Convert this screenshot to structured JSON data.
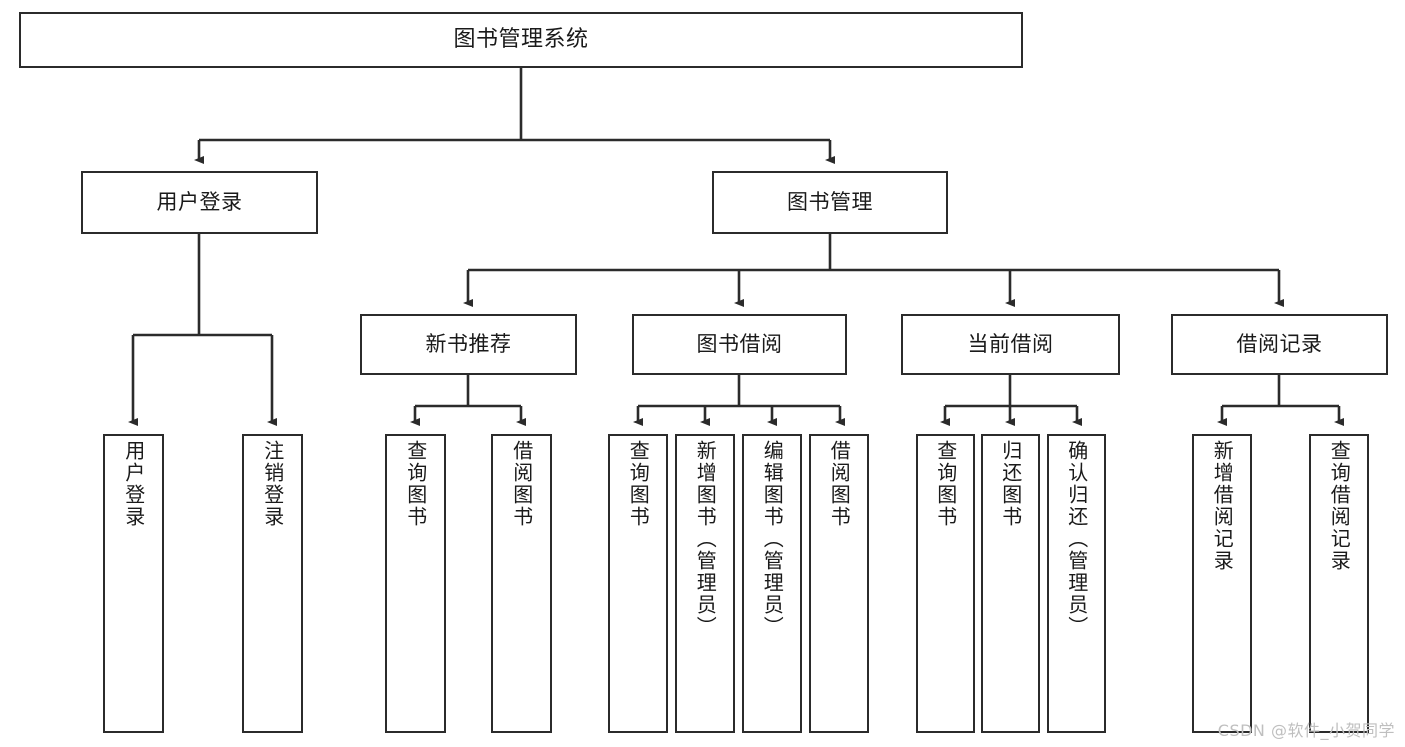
{
  "diagram": {
    "title": "图书管理系统",
    "watermark": "CSDN @软件_小贺同学",
    "colors": {
      "box_border": "#2b2b2b",
      "box_fill": "#ffffff",
      "edge": "#2b2b2b",
      "text": "#1a1a1a",
      "watermark": "#bfbfbf",
      "background": "#ffffff"
    },
    "root": {
      "label": "图书管理系统"
    },
    "level1": [
      {
        "label": "用户登录"
      },
      {
        "label": "图书管理"
      }
    ],
    "level2": [
      {
        "label": "新书推荐"
      },
      {
        "label": "图书借阅"
      },
      {
        "label": "当前借阅"
      },
      {
        "label": "借阅记录"
      }
    ],
    "leaves_user_login": [
      {
        "label": "用户登录"
      },
      {
        "label": "注销登录"
      }
    ],
    "leaves_new_book": [
      {
        "label": "查询图书"
      },
      {
        "label": "借阅图书"
      }
    ],
    "leaves_borrow": [
      {
        "label": "查询图书"
      },
      {
        "label": "新增图书（管理员）"
      },
      {
        "label": "编辑图书（管理员）"
      },
      {
        "label": "借阅图书"
      }
    ],
    "leaves_current": [
      {
        "label": "查询图书"
      },
      {
        "label": "归还图书"
      },
      {
        "label": "确认归还（管理员）"
      }
    ],
    "leaves_records": [
      {
        "label": "新增借阅记录"
      },
      {
        "label": "查询借阅记录"
      }
    ]
  }
}
